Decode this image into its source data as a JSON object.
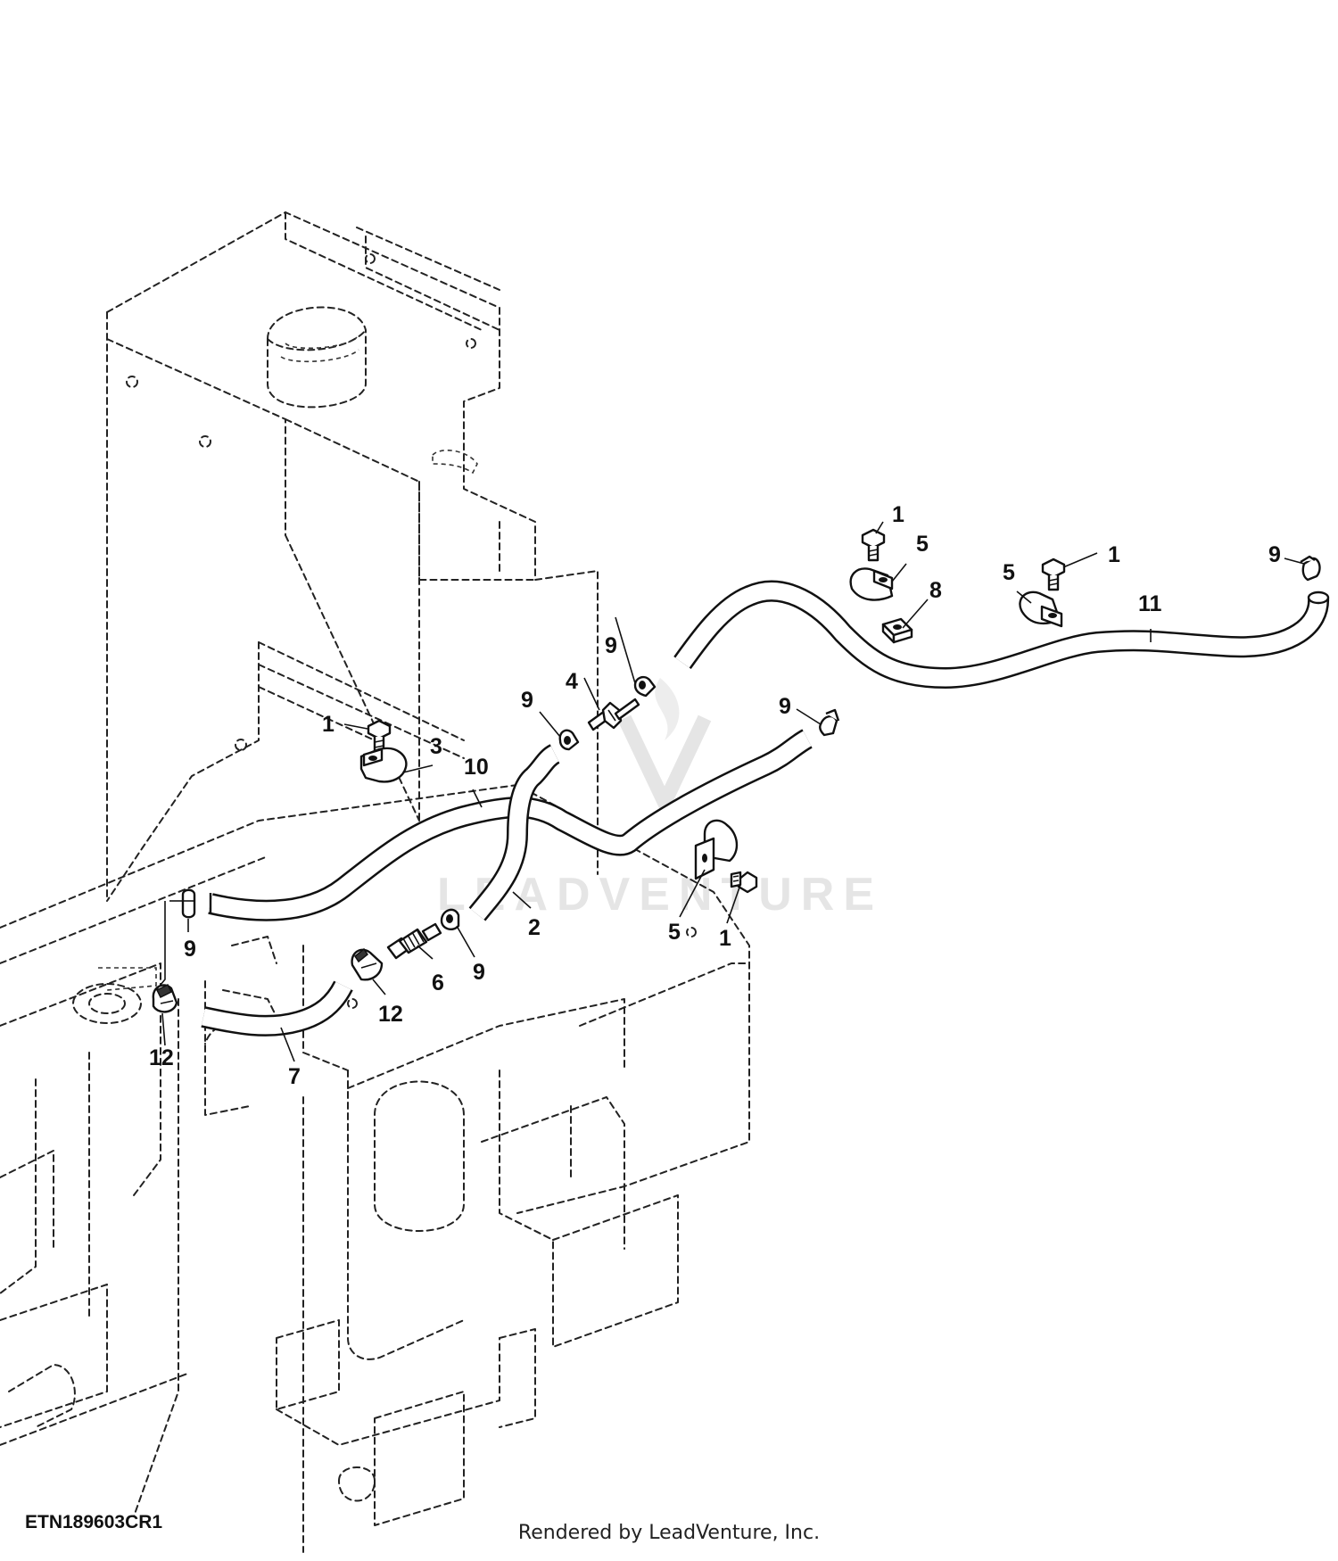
{
  "figure": {
    "id_label": "ETN189603CR1",
    "credit": "Rendered by LeadVenture, Inc.",
    "watermark_text": "LEADVENTURE"
  },
  "callouts": [
    {
      "key": "c1a",
      "label": "1"
    },
    {
      "key": "c1b",
      "label": "1"
    },
    {
      "key": "c1c",
      "label": "1"
    },
    {
      "key": "c1d",
      "label": "1"
    },
    {
      "key": "c2",
      "label": "2"
    },
    {
      "key": "c3",
      "label": "3"
    },
    {
      "key": "c4",
      "label": "4"
    },
    {
      "key": "c5a",
      "label": "5"
    },
    {
      "key": "c5b",
      "label": "5"
    },
    {
      "key": "c5c",
      "label": "5"
    },
    {
      "key": "c6",
      "label": "6"
    },
    {
      "key": "c7",
      "label": "7"
    },
    {
      "key": "c8",
      "label": "8"
    },
    {
      "key": "c9a",
      "label": "9"
    },
    {
      "key": "c9b",
      "label": "9"
    },
    {
      "key": "c9c",
      "label": "9"
    },
    {
      "key": "c9d",
      "label": "9"
    },
    {
      "key": "c9e",
      "label": "9"
    },
    {
      "key": "c9f",
      "label": "9"
    },
    {
      "key": "c10",
      "label": "10"
    },
    {
      "key": "c11",
      "label": "11"
    },
    {
      "key": "c12a",
      "label": "12"
    },
    {
      "key": "c12b",
      "label": "12"
    }
  ],
  "colors": {
    "line": "#111111",
    "background": "#ffffff",
    "watermark": "#e3e3e3"
  }
}
